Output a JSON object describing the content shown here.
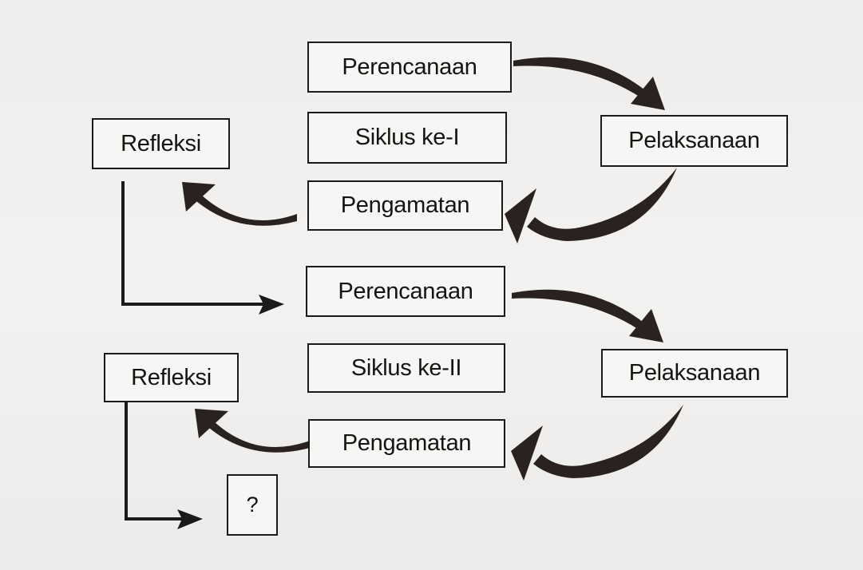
{
  "cycle1": {
    "planning": "Perencanaan",
    "label": "Siklus ke-I",
    "observation": "Pengamatan",
    "reflection": "Refleksi",
    "action": "Pelaksanaan"
  },
  "cycle2": {
    "planning": "Perencanaan",
    "label": "Siklus ke-II",
    "observation": "Pengamatan",
    "reflection": "Refleksi",
    "action": "Pelaksanaan"
  },
  "next_step": "?",
  "colors": {
    "ink": "#1c1a18",
    "arrow": "#2a221e",
    "paper": "#efeeec"
  }
}
